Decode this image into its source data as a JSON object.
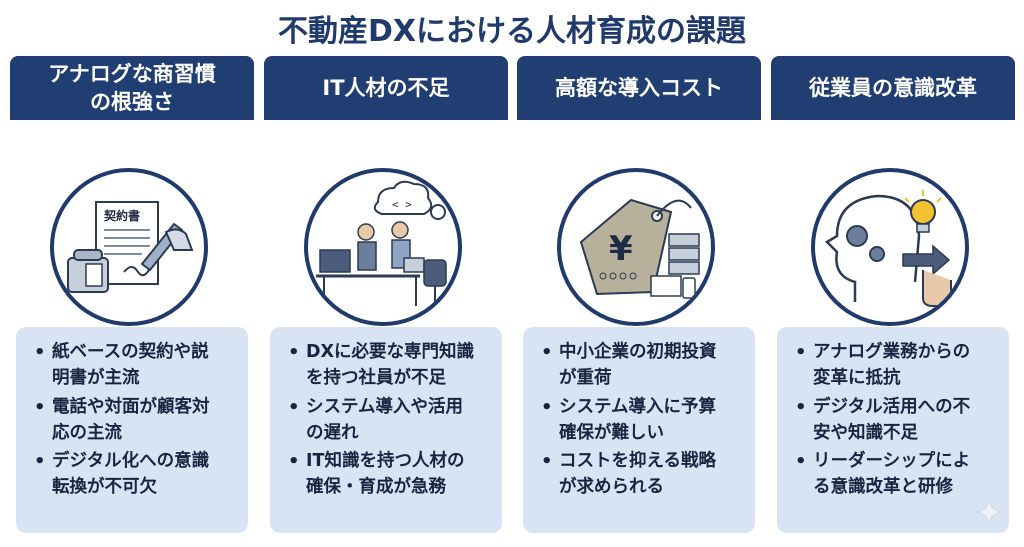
{
  "title": "不動産DXにおける人材育成の課題",
  "columns": [
    {
      "header_lines": [
        "アナログな商習慣",
        "の根強さ"
      ],
      "illustration": {
        "icon": "contract-phone-icon",
        "document_label": "契約書"
      },
      "bullets": [
        [
          "紙ベースの契約や説",
          "明書が主流"
        ],
        [
          "電話や対面が顧客対",
          "応の主流"
        ],
        [
          "デジタル化への意識",
          "転換が不可欠"
        ]
      ]
    },
    {
      "header_lines": [
        "IT人材の不足"
      ],
      "illustration": {
        "icon": "it-workers-icon",
        "bubble_label": "< >"
      },
      "bullets": [
        [
          "DXに必要な専門知識",
          "を持つ社員が不足"
        ],
        [
          "システム導入や活用",
          "の遅れ"
        ],
        [
          "IT知識を持つ人材の",
          "確保・育成が急務"
        ]
      ]
    },
    {
      "header_lines": [
        "高額な導入コスト"
      ],
      "illustration": {
        "icon": "price-tag-icon",
        "tag_label": "¥"
      },
      "bullets": [
        [
          "中小企業の初期投資",
          "が重荷"
        ],
        [
          "システム導入に予算",
          "確保が難しい"
        ],
        [
          "コストを抑える戦略",
          "が求められる"
        ]
      ]
    },
    {
      "header_lines": [
        "従業員の意識改革"
      ],
      "illustration": {
        "icon": "mindset-change-icon"
      },
      "bullets": [
        [
          "アナログ業務からの",
          "変革に抵抗"
        ],
        [
          "デジタル活用への不",
          "安や知識不足"
        ],
        [
          "リーダーシップによ",
          "る意識改革と研修"
        ]
      ]
    }
  ],
  "colors": {
    "navy": "#203e72",
    "box": "#d8e4f3",
    "accent": "#f2c230"
  }
}
